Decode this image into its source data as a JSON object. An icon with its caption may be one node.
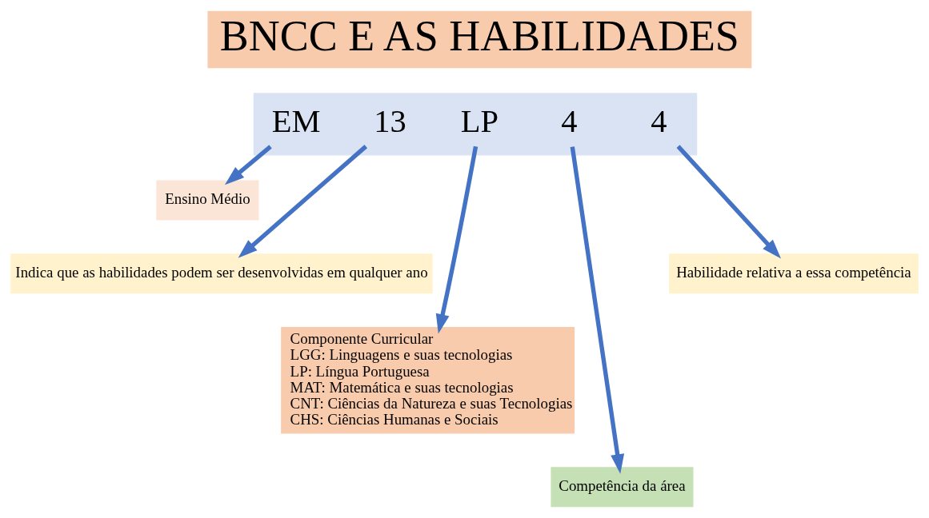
{
  "diagram": {
    "nodes": [
      {
        "text": [
          "BNCC E AS HABILIDADES"
        ]
      },
      {
        "text": [],
        "shape": "box"
      },
      {
        "text": [
          "EM"
        ],
        "in": 1
      },
      {
        "text": [
          "13"
        ],
        "in": 1
      },
      {
        "text": [
          "LP"
        ],
        "in": 1
      },
      {
        "text": [
          "4"
        ],
        "in": 1
      },
      {
        "text": [
          "4"
        ],
        "in": 1
      },
      {
        "text": [
          "Ensino Médio"
        ]
      },
      {
        "text": [
          "Indica que as habilidades podem ser desenvolvidas em qualquer ano"
        ]
      },
      {
        "text": [
          "Habilidade relativa a essa competência"
        ]
      },
      {
        "text": [
          "Componente Curricular",
          "LGG: Linguagens e suas tecnologias",
          "LP: Língua Portuguesa",
          "MAT: Matemática e suas tecnologias",
          "CNT: Ciências da Natureza e suas Tecnologias",
          "CHS: Ciências Humanas e Sociais"
        ]
      },
      {
        "text": [
          "Competência da área"
        ]
      }
    ],
    "edges": [
      {
        "from": 2,
        "to": 7,
        "arrow": "to"
      },
      {
        "from": 3,
        "to": 8,
        "arrow": "to"
      },
      {
        "from": 4,
        "to": 10,
        "arrow": "to"
      },
      {
        "from": 5,
        "to": 11,
        "arrow": "to"
      },
      {
        "from": 6,
        "to": 9,
        "arrow": "to"
      }
    ]
  }
}
